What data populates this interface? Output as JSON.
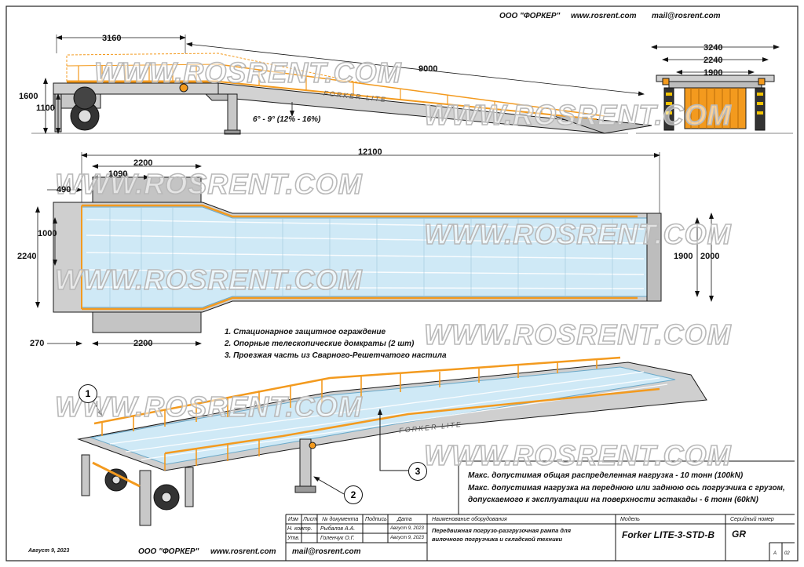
{
  "header": {
    "company": "ООО \"ФОРКЕР\"",
    "website": "www.rosrent.com",
    "email": "mail@rosrent.com"
  },
  "watermark": "WWW.ROSRENT.COM",
  "side_view": {
    "dim_3160": "3160",
    "dim_9000": "9000",
    "dim_1600": "1600",
    "dim_1100": "1100",
    "slope": "6° - 9° (12% - 16%)",
    "brand": "FORKER LITE"
  },
  "front_view": {
    "dim_3240": "3240",
    "dim_2240": "2240",
    "dim_1900": "1900"
  },
  "plan_view": {
    "dim_12100": "12100",
    "dim_2200_top": "2200",
    "dim_1090": "1090",
    "dim_490": "490",
    "dim_1000": "1000",
    "dim_2240": "2240",
    "dim_270": "270",
    "dim_2200_bottom": "2200",
    "dim_1900": "1900",
    "dim_2000": "2000"
  },
  "notes": [
    "1.  Стационарное защитное ограждение",
    "2. Опорные телескопические домкраты (2 шт)",
    "3. Проезжая часть из Сварного-Решетчатого настила"
  ],
  "callouts": [
    "1",
    "2",
    "3"
  ],
  "iso_view": {
    "brand": "FORKER LITE"
  },
  "specs": [
    "Макс.  допустимая общая распределенная нагрузка - 10 тонн (100kN)",
    "Макс.  допустимая  нагрузка на переднюю или заднюю ось погрузчика с грузом,",
    "допускаемого к эксплуатации на поверхности эстакады - 6 тонн (60kN)"
  ],
  "title_block": {
    "col_change": "Изм",
    "col_sheet": "Лист",
    "col_docnum": "№ документа",
    "col_sign": "Подпись",
    "col_date": "Дата",
    "row_nkontr": "Н. контр.",
    "row_utv": "Утв.",
    "name_nkontr": "Рыбалов А.А.",
    "name_utv": "Голенчук О.Г.",
    "date1": "Август 9, 2023",
    "date2": "Август 9, 2023",
    "equipment_label": "Наименование оборудования",
    "equipment_line1": "Передвижная погрузо-разгрузочная рампа для",
    "equipment_line2": "вилочного погрузчика и складской техники",
    "model_label": "Модель",
    "model": "Forker LITE-3-STD-B",
    "serial_label": "Серийный номер",
    "serial": "GR",
    "format": "A",
    "sheet": "02"
  },
  "footer": {
    "date": "Август 9, 2023",
    "company": "ООО \"ФОРКЕР\"",
    "website": "www.rosrent.com",
    "email": "mail@rosrent.com"
  },
  "colors": {
    "rail_orange": "#f39a1e",
    "deck_blue": "#cfe9f6",
    "steel_grey": "#c9c9c9",
    "outline": "#1a1a1a"
  }
}
